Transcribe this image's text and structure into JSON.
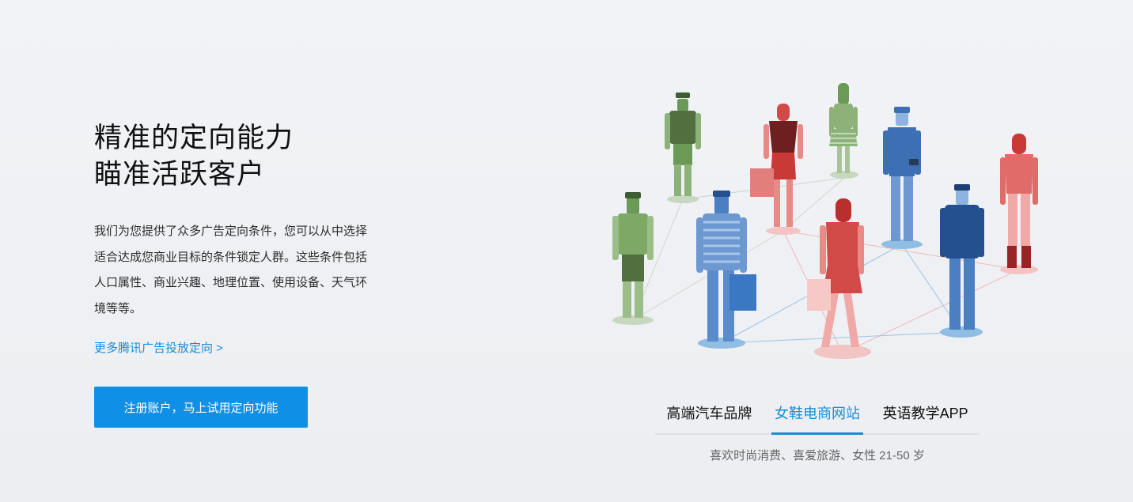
{
  "hero": {
    "title_line1": "精准的定向能力",
    "title_line2": "瞄准活跃客户",
    "description": "我们为您提供了众多广告定向条件，您可以从中选择适合达成您商业目标的条件锁定人群。这些条件包括人口属性、商业兴趣、地理位置、使用设备、天气环境等等。",
    "more_link": "更多腾讯广告投放定向 >",
    "cta_button": "注册账户，马上试用定向功能"
  },
  "audience_tabs": {
    "tabs": [
      {
        "label": "高端汽车品牌",
        "active": false
      },
      {
        "label": "女鞋电商网站",
        "active": true
      },
      {
        "label": "英语教学APP",
        "active": false
      }
    ],
    "active_description": "喜欢时尚消费、喜爱旅游、女性 21-50 岁"
  },
  "colors": {
    "accent": "#1a8cd8",
    "button": "#0f90e6",
    "green": "#6a9a56",
    "red": "#d24a48",
    "blue": "#4a7fc2"
  }
}
